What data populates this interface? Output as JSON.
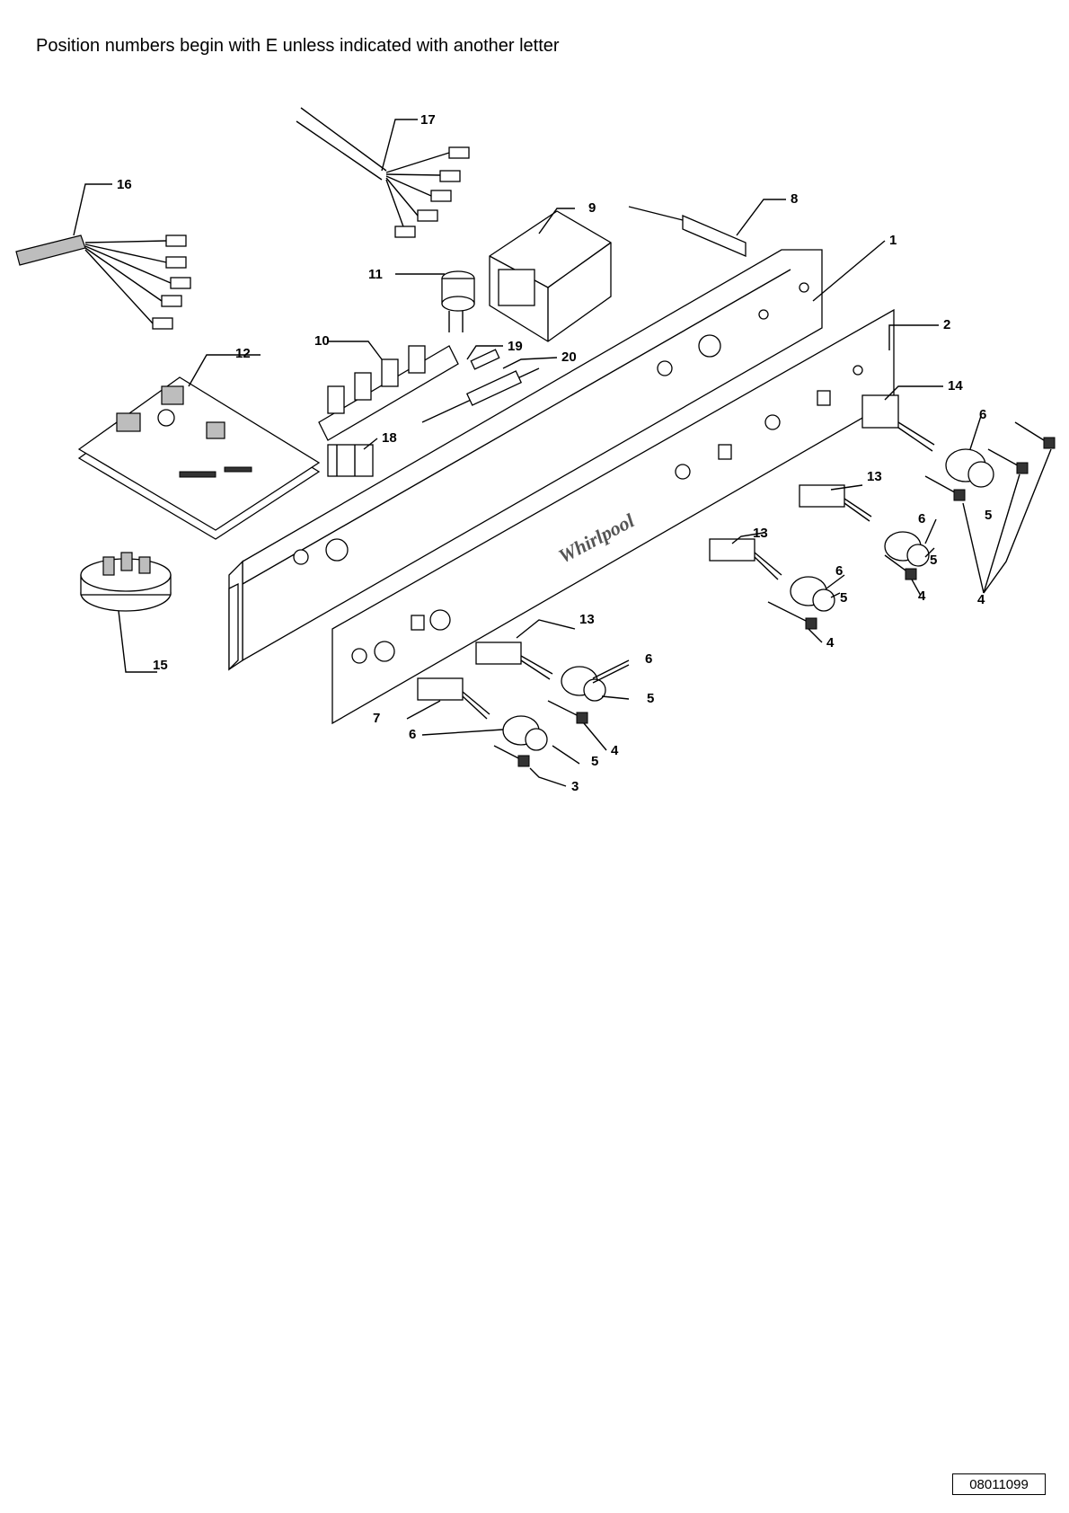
{
  "heading": "Position numbers begin with E unless indicated with another letter",
  "drawing_number": "08011099",
  "brand_mark": "Whirlpool",
  "callouts": [
    "1",
    "2",
    "3",
    "4",
    "4",
    "4",
    "4",
    "5",
    "5",
    "5",
    "5",
    "5",
    "6",
    "6",
    "6",
    "6",
    "6",
    "7",
    "8",
    "9",
    "10",
    "11",
    "12",
    "13",
    "13",
    "13",
    "14",
    "15",
    "16",
    "17",
    "18",
    "19",
    "20"
  ]
}
